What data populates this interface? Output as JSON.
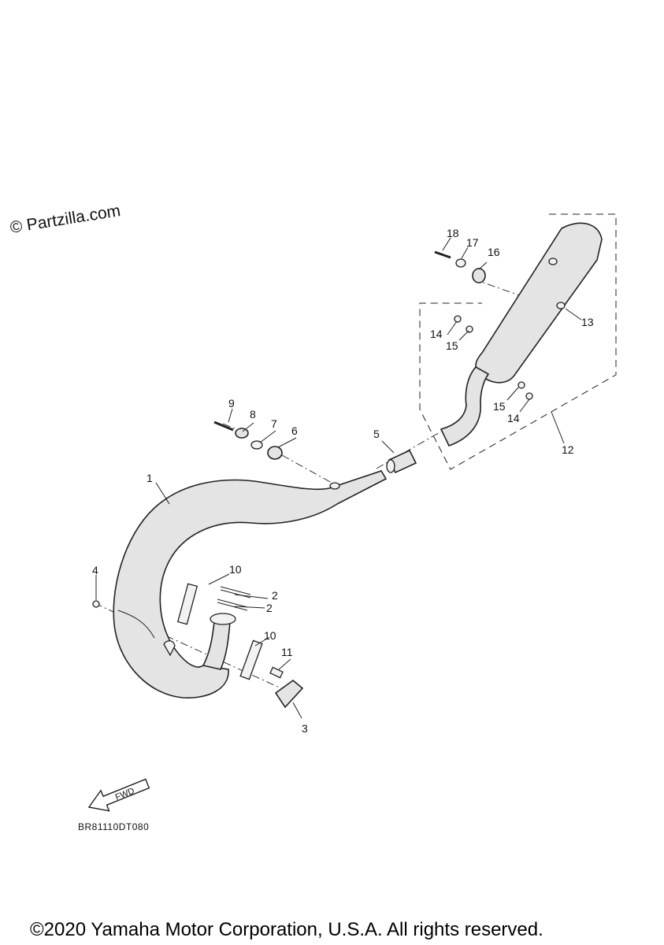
{
  "watermark": "© Partzilla.com",
  "diagram_code": "BR81110DT080",
  "fwd_label": "FWD",
  "copyright": "©2020 Yamaha Motor Corporation, U.S.A. All rights reserved.",
  "callouts": {
    "c1": "1",
    "c2a": "2",
    "c2b": "2",
    "c3": "3",
    "c4": "4",
    "c5": "5",
    "c6": "6",
    "c7": "7",
    "c8": "8",
    "c9": "9",
    "c10a": "10",
    "c10b": "10",
    "c11": "11",
    "c12": "12",
    "c13": "13",
    "c14a": "14",
    "c14b": "14",
    "c15a": "15",
    "c15b": "15",
    "c16": "16",
    "c17": "17",
    "c18": "18"
  }
}
